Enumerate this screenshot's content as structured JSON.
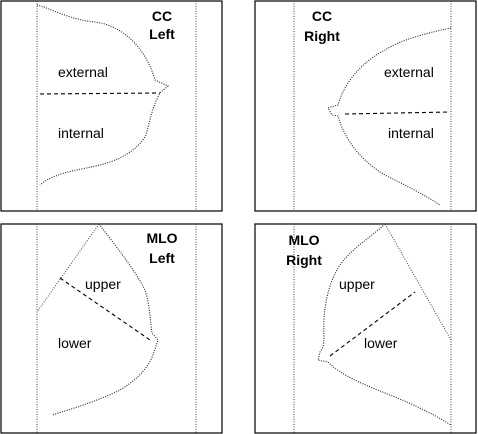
{
  "panels": [
    {
      "id": "cc-left",
      "title_line1": "CC",
      "title_line2": "Left",
      "region_a": "external",
      "region_b": "internal"
    },
    {
      "id": "cc-right",
      "title_line1": "CC",
      "title_line2": "Right",
      "region_a": "external",
      "region_b": "internal"
    },
    {
      "id": "mlo-left",
      "title_line1": "MLO",
      "title_line2": "Left",
      "region_a": "upper",
      "region_b": "lower"
    },
    {
      "id": "mlo-right",
      "title_line1": "MLO",
      "title_line2": "Right",
      "region_a": "upper",
      "region_b": "lower"
    }
  ]
}
